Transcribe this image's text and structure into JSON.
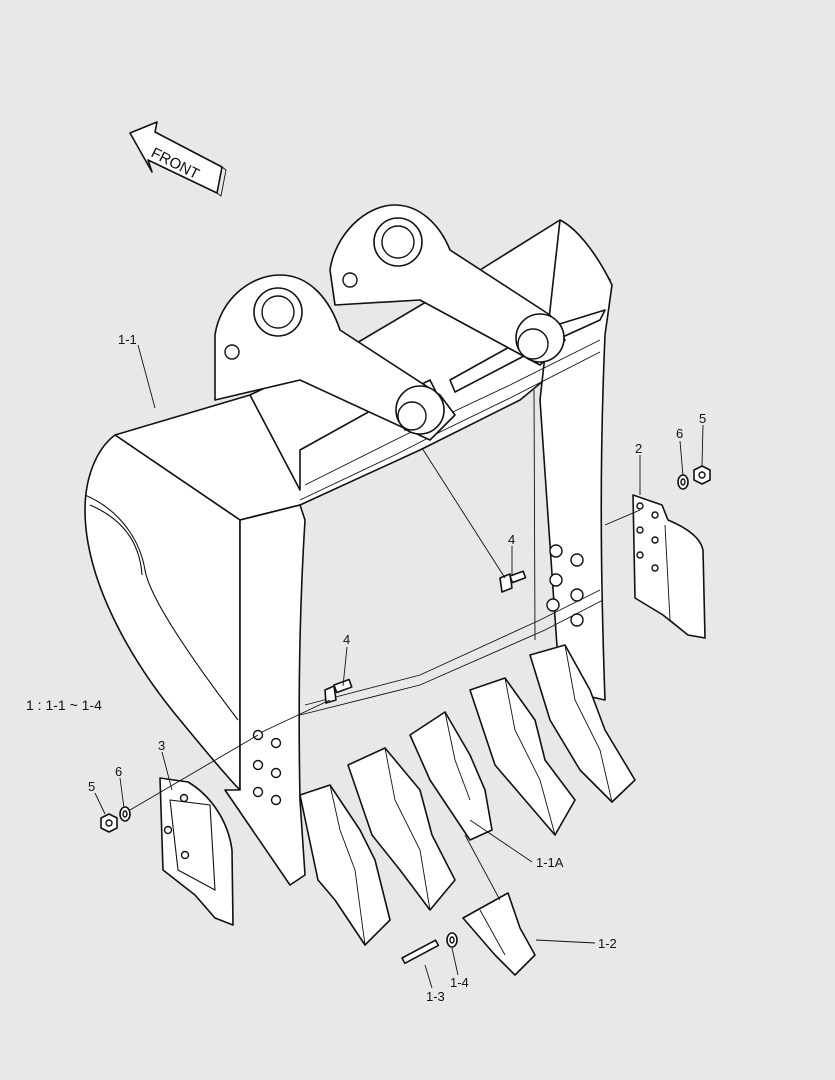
{
  "front_label": "FRONT",
  "scope_note": "1 : 1-1 ~ 1-4",
  "callouts": {
    "bucket": "1-1",
    "tooth_adapter": "1-1A",
    "tooth_point": "1-2",
    "pin": "1-3",
    "lock_washer": "1-4",
    "side_cutter_right": "2",
    "side_cutter_left": "3",
    "bolt_right": "4",
    "bolt_left": "4",
    "nut_right": "5",
    "nut_left": "5",
    "washer_right": "6",
    "washer_left": "6"
  }
}
